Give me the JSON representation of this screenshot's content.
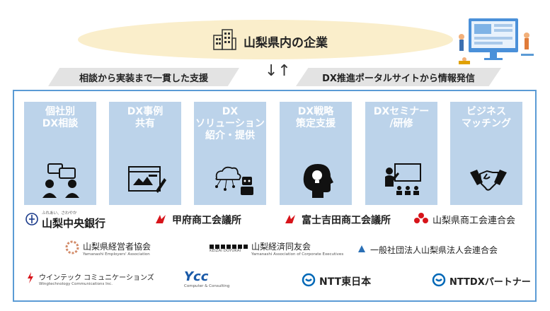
{
  "header": {
    "title": "山梨県内の企業",
    "left_banner": "相談から実装まで一貫した支援",
    "right_banner": "DX推進ポータルサイトから情報発信",
    "arrows": "↓↑"
  },
  "cards": [
    {
      "label": "個社別\nDX相談",
      "icon": "consultation-icon"
    },
    {
      "label": "DX事例\n共有",
      "icon": "case-sharing-icon"
    },
    {
      "label": "DX\nソリューション\n紹介・提供",
      "icon": "cloud-robot-icon"
    },
    {
      "label": "DX戦略\n策定支援",
      "icon": "head-lightbulb-icon"
    },
    {
      "label": "DXセミナー\n/研修",
      "icon": "seminar-icon"
    },
    {
      "label": "ビジネス\nマッチング",
      "icon": "handshake-icon"
    }
  ],
  "organizations": {
    "yamanashi_chuo_bank": {
      "name": "山梨中央銀行",
      "kana": "ふれあい、さわやか"
    },
    "kofu_cci": {
      "name": "甲府商工会議所"
    },
    "fujiyoshida_cci": {
      "name": "富士吉田商工会議所"
    },
    "yamanashi_commerce_federation": {
      "name": "山梨県商工会連合会"
    },
    "yamanashi_employers": {
      "name": "山梨県経営者協会",
      "sub": "Yamanashi Employers' Association"
    },
    "keizai_doyukai": {
      "name": "山梨経済同友会",
      "mark": "KEIZAI DOYUKAI",
      "sub": "Yamanashi Association of Corporate Executives"
    },
    "corporate_federation": {
      "name": "一般社団法人山梨県法人会連合会"
    },
    "wingtechnology": {
      "name": "ウインテック コミュニケーションズ",
      "sub": "Wingtechnology Communications Inc."
    },
    "ycc": {
      "name": "Ycc",
      "sub": "Computer & Consulting"
    },
    "ntt_east": {
      "name": "NTT東日本"
    },
    "ntt_dx_partner": {
      "name": "NTTDXパートナー"
    }
  },
  "colors": {
    "frame": "#5b9bd5",
    "card": "#bcd3ea",
    "banner": "#e3e3e3",
    "ellipse": "#faeecb",
    "logo_red": "#d7141a",
    "ntt_blue": "#0068b7"
  }
}
